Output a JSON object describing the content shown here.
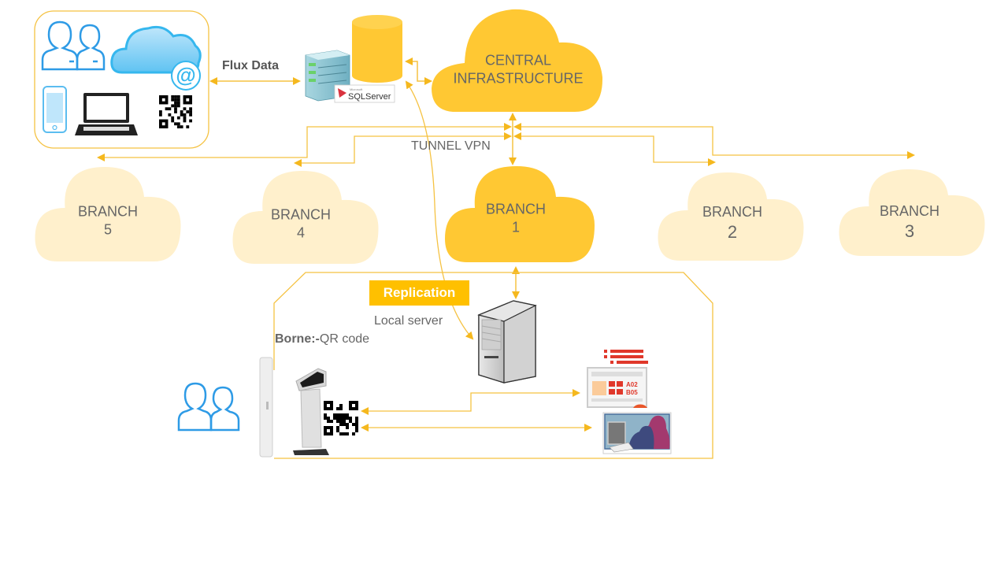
{
  "diagram": {
    "flux_label": "Flux Data",
    "sql_badge": "SQLServer",
    "sql_badge_vendor": "Microsoft",
    "central": {
      "line1": "CENTRAL",
      "line2": "INFRASTRUCTURE"
    },
    "tunnel_label": "TUNNEL VPN",
    "branches": [
      {
        "id": "branch-5",
        "line1": "BRANCH",
        "line2": "5"
      },
      {
        "id": "branch-4",
        "line1": "BRANCH",
        "line2": "4"
      },
      {
        "id": "branch-1",
        "line1": "BRANCH",
        "line2": "1"
      },
      {
        "id": "branch-2",
        "line1": "BRANCH",
        "line2": "2"
      },
      {
        "id": "branch-3",
        "line1": "BRANCH",
        "line2": "3"
      }
    ],
    "replication_label": "Replication",
    "local_server_label": "Local server",
    "borne_label": "Borne:-",
    "qr_label": "QR code",
    "display_codes": [
      "A02",
      "B05"
    ],
    "icons": {
      "users_top": "users-icon",
      "cloud_email": "email-cloud-icon",
      "phone": "smartphone-icon",
      "laptop": "laptop-icon",
      "qr": "qr-code-icon",
      "db_server": "database-server-icon",
      "cylinder": "database-cylinder-icon",
      "local_server": "tower-server-icon",
      "kiosk": "kiosk-icon",
      "gate": "gate-icon",
      "display": "queue-display-icon",
      "agent": "agent-desk-icon"
    },
    "colors": {
      "accent": "#FFC000",
      "cloud_dark": "#FFC833",
      "cloud_light": "#FFF0CC",
      "line": "#F5C242",
      "blue": "#2E9BE6",
      "text": "#666666"
    }
  }
}
